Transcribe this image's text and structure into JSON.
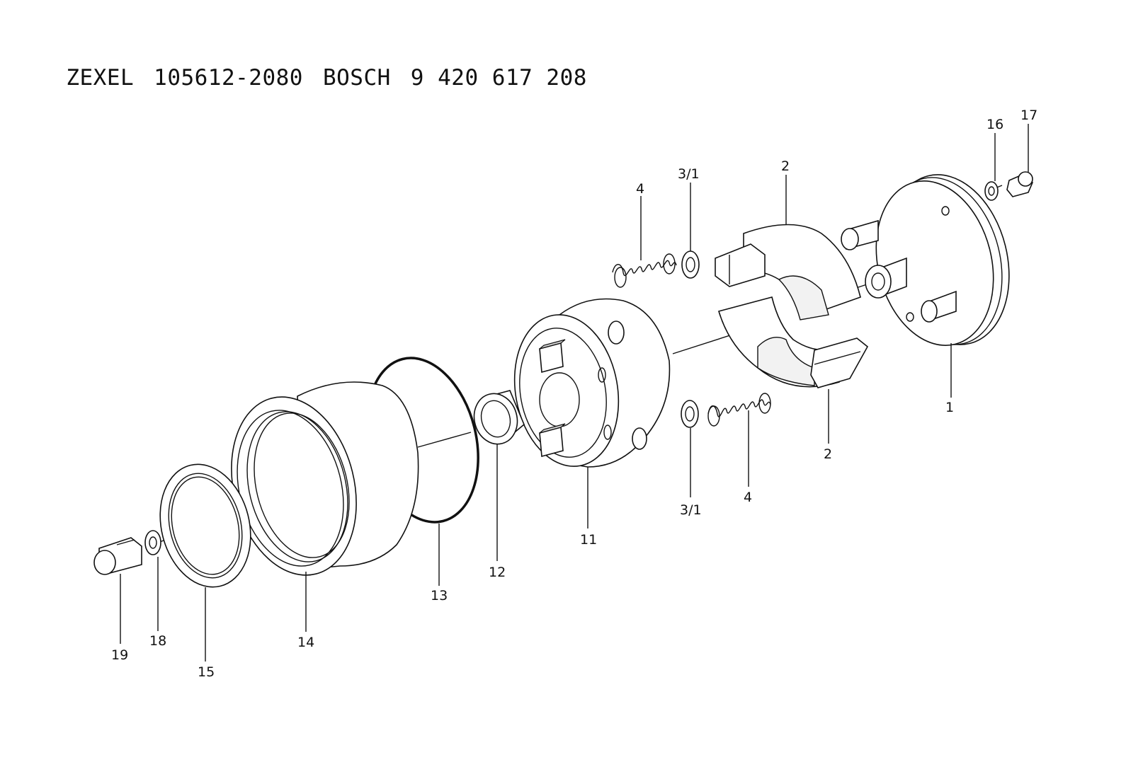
{
  "header": {
    "brand1": "ZEXEL",
    "part1": "105612-2080",
    "brand2": "BOSCH",
    "part2": "9 420 617 208"
  },
  "callouts": {
    "c1": "1",
    "c2_top": "2",
    "c2_bottom": "2",
    "c31_top": "3/1",
    "c31_bottom": "3/1",
    "c4_top": "4",
    "c4_bottom": "4",
    "c11": "11",
    "c12": "12",
    "c13": "13",
    "c14": "14",
    "c15": "15",
    "c16": "16",
    "c17": "17",
    "c18": "18",
    "c19": "19"
  }
}
